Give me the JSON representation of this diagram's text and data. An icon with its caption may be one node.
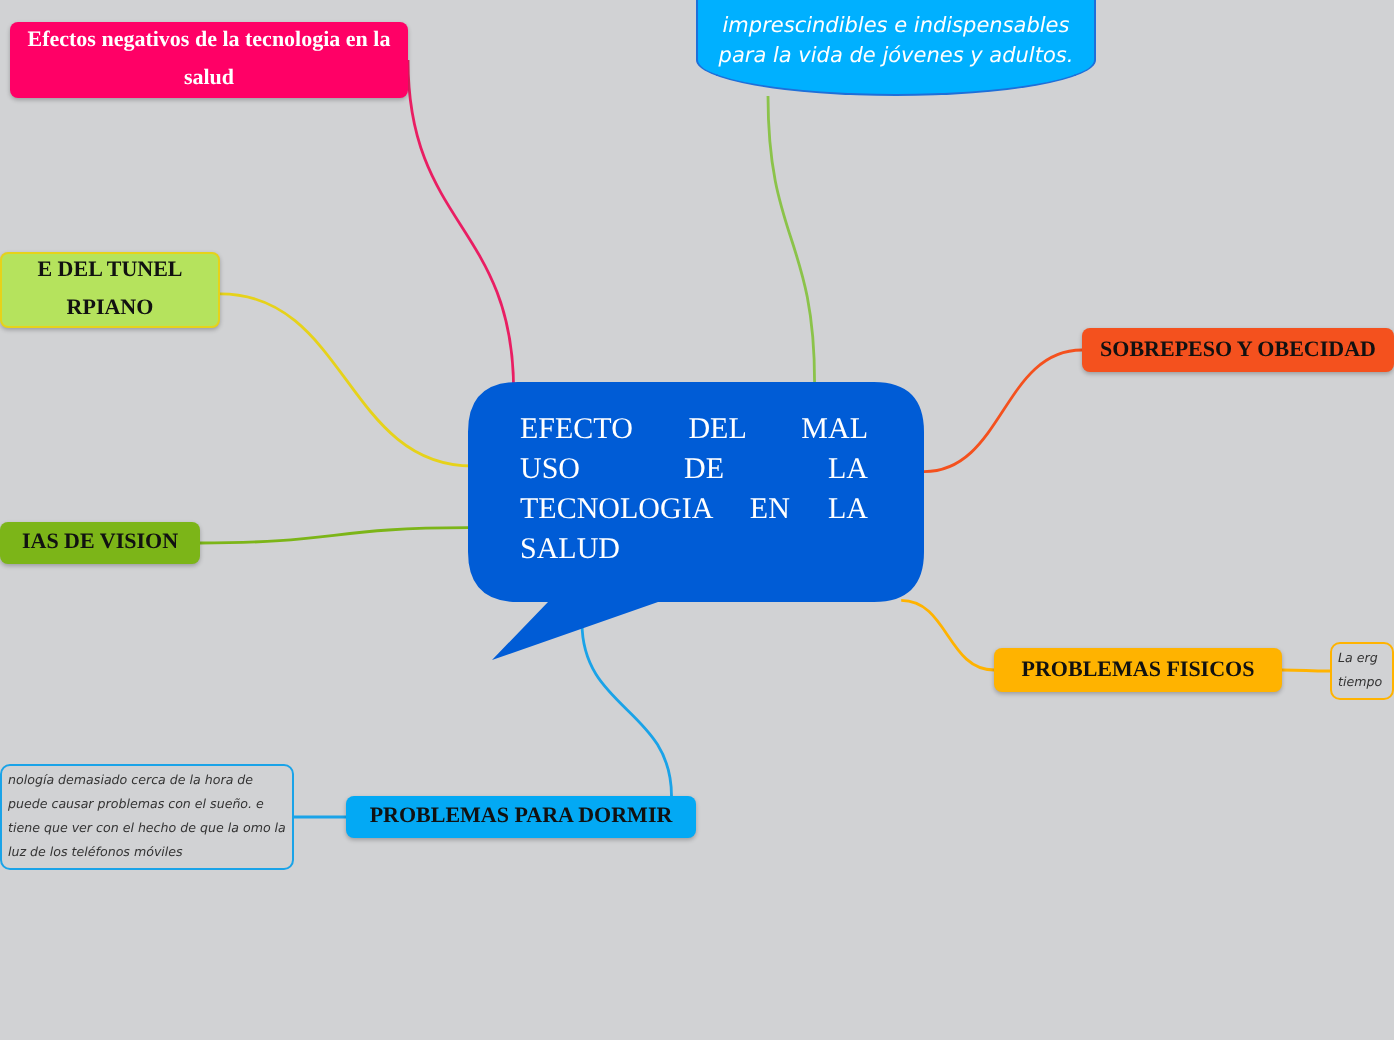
{
  "diagram": {
    "nodes": [
      {
        "text": [
          "EFECTO DEL MAL USO DE LA TECNOLOGIA EN LA SALUD"
        ]
      },
      {
        "text": [
          "imprescindibles e indispensables para la vida de jóvenes y adultos."
        ]
      },
      {
        "text": [
          "Efectos negativos de la tecnologia en la salud"
        ]
      },
      {
        "text": [
          "E DEL TUNEL RPIANO"
        ]
      },
      {
        "text": [
          "IAS DE VISION"
        ]
      },
      {
        "text": [
          "PROBLEMAS PARA DORMIR"
        ]
      },
      {
        "text": [
          "nología demasiado cerca de la hora de puede causar problemas con el sueño. e tiene que ver con el hecho de que la omo la luz de los teléfonos móviles"
        ]
      },
      {
        "text": [
          "SOBREPESO Y OBECIDAD"
        ]
      },
      {
        "text": [
          "PROBLEMAS FISICOS"
        ]
      },
      {
        "text": [
          "La erg tiempo"
        ]
      }
    ],
    "edges": [
      {
        "from": 0,
        "to": 1,
        "arrow": "none",
        "color": "#8bc34a"
      },
      {
        "from": 0,
        "to": 2,
        "arrow": "none",
        "color": "#e91e63"
      },
      {
        "from": 0,
        "to": 3,
        "arrow": "none",
        "color": "#e6d21a"
      },
      {
        "from": 0,
        "to": 4,
        "arrow": "none",
        "color": "#7cb518"
      },
      {
        "from": 0,
        "to": 5,
        "arrow": "none",
        "color": "#1aa3e8"
      },
      {
        "from": 5,
        "to": 6,
        "arrow": "none",
        "color": "#1aa3e8"
      },
      {
        "from": 0,
        "to": 7,
        "arrow": "none",
        "color": "#f4511e"
      },
      {
        "from": 0,
        "to": 8,
        "arrow": "none",
        "color": "#ffb300"
      },
      {
        "from": 8,
        "to": 9,
        "arrow": "none",
        "color": "#ffb300"
      }
    ]
  }
}
